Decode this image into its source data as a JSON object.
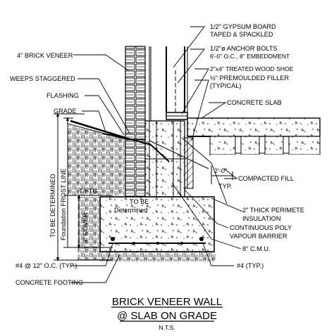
{
  "labels": {
    "gypsum_1": "1/2\" GYPSUM BOARD",
    "gypsum_2": "TAPED & SPACKLED",
    "anchor_1": "1/2\"ø ANCHOR BOLTS",
    "anchor_2": "6'-0\" O.C., 8\" EMBEDDMENT",
    "brick_veneer": "4\" BRICK VENEER",
    "wood_shoe": "2\"x4\" TREATED WOOD SHOE",
    "filler_1": "½\" PREMOULDED FILLER",
    "filler_2": "(TYPICAL)",
    "weeps": "WEEPS STAGGERED",
    "flashing": "FLASHING",
    "concrete_slab": "CONCRETE SLAB",
    "grade": "GRADE",
    "dim_2_0": "2'-0\"",
    "typ": "TYP.",
    "compacted_fill": "COMPACTED FILL",
    "to_be_det_1": "TO BE",
    "to_be_det_2": "Determined",
    "t_ftg": "T/FTG",
    "insulation_1": "2\" THICK PERIMETE",
    "insulation_2": "INSULATION",
    "poly_1": "CONTINUOUS POLY",
    "poly_2": "VAPOUR BARRIER",
    "cmu": "8\" C.M.U.",
    "rebar_left": "#4 @ 12\" O.C. (TYP.)",
    "rebar_right": "#4 (TYP.)",
    "concrete_footing": "CONCRETE FOOTING",
    "vert_determined": "TO BE DETERMINED",
    "vert_frost": "Foundation FROST LINE",
    "vert_cover": "3\" COVER"
  },
  "title": {
    "line1": "BRICK VENEER WALL",
    "line2": "@ SLAB ON GRADE",
    "line3": "N.T.S."
  },
  "colors": {
    "ink": "#000000",
    "paper": "#ffffff"
  }
}
